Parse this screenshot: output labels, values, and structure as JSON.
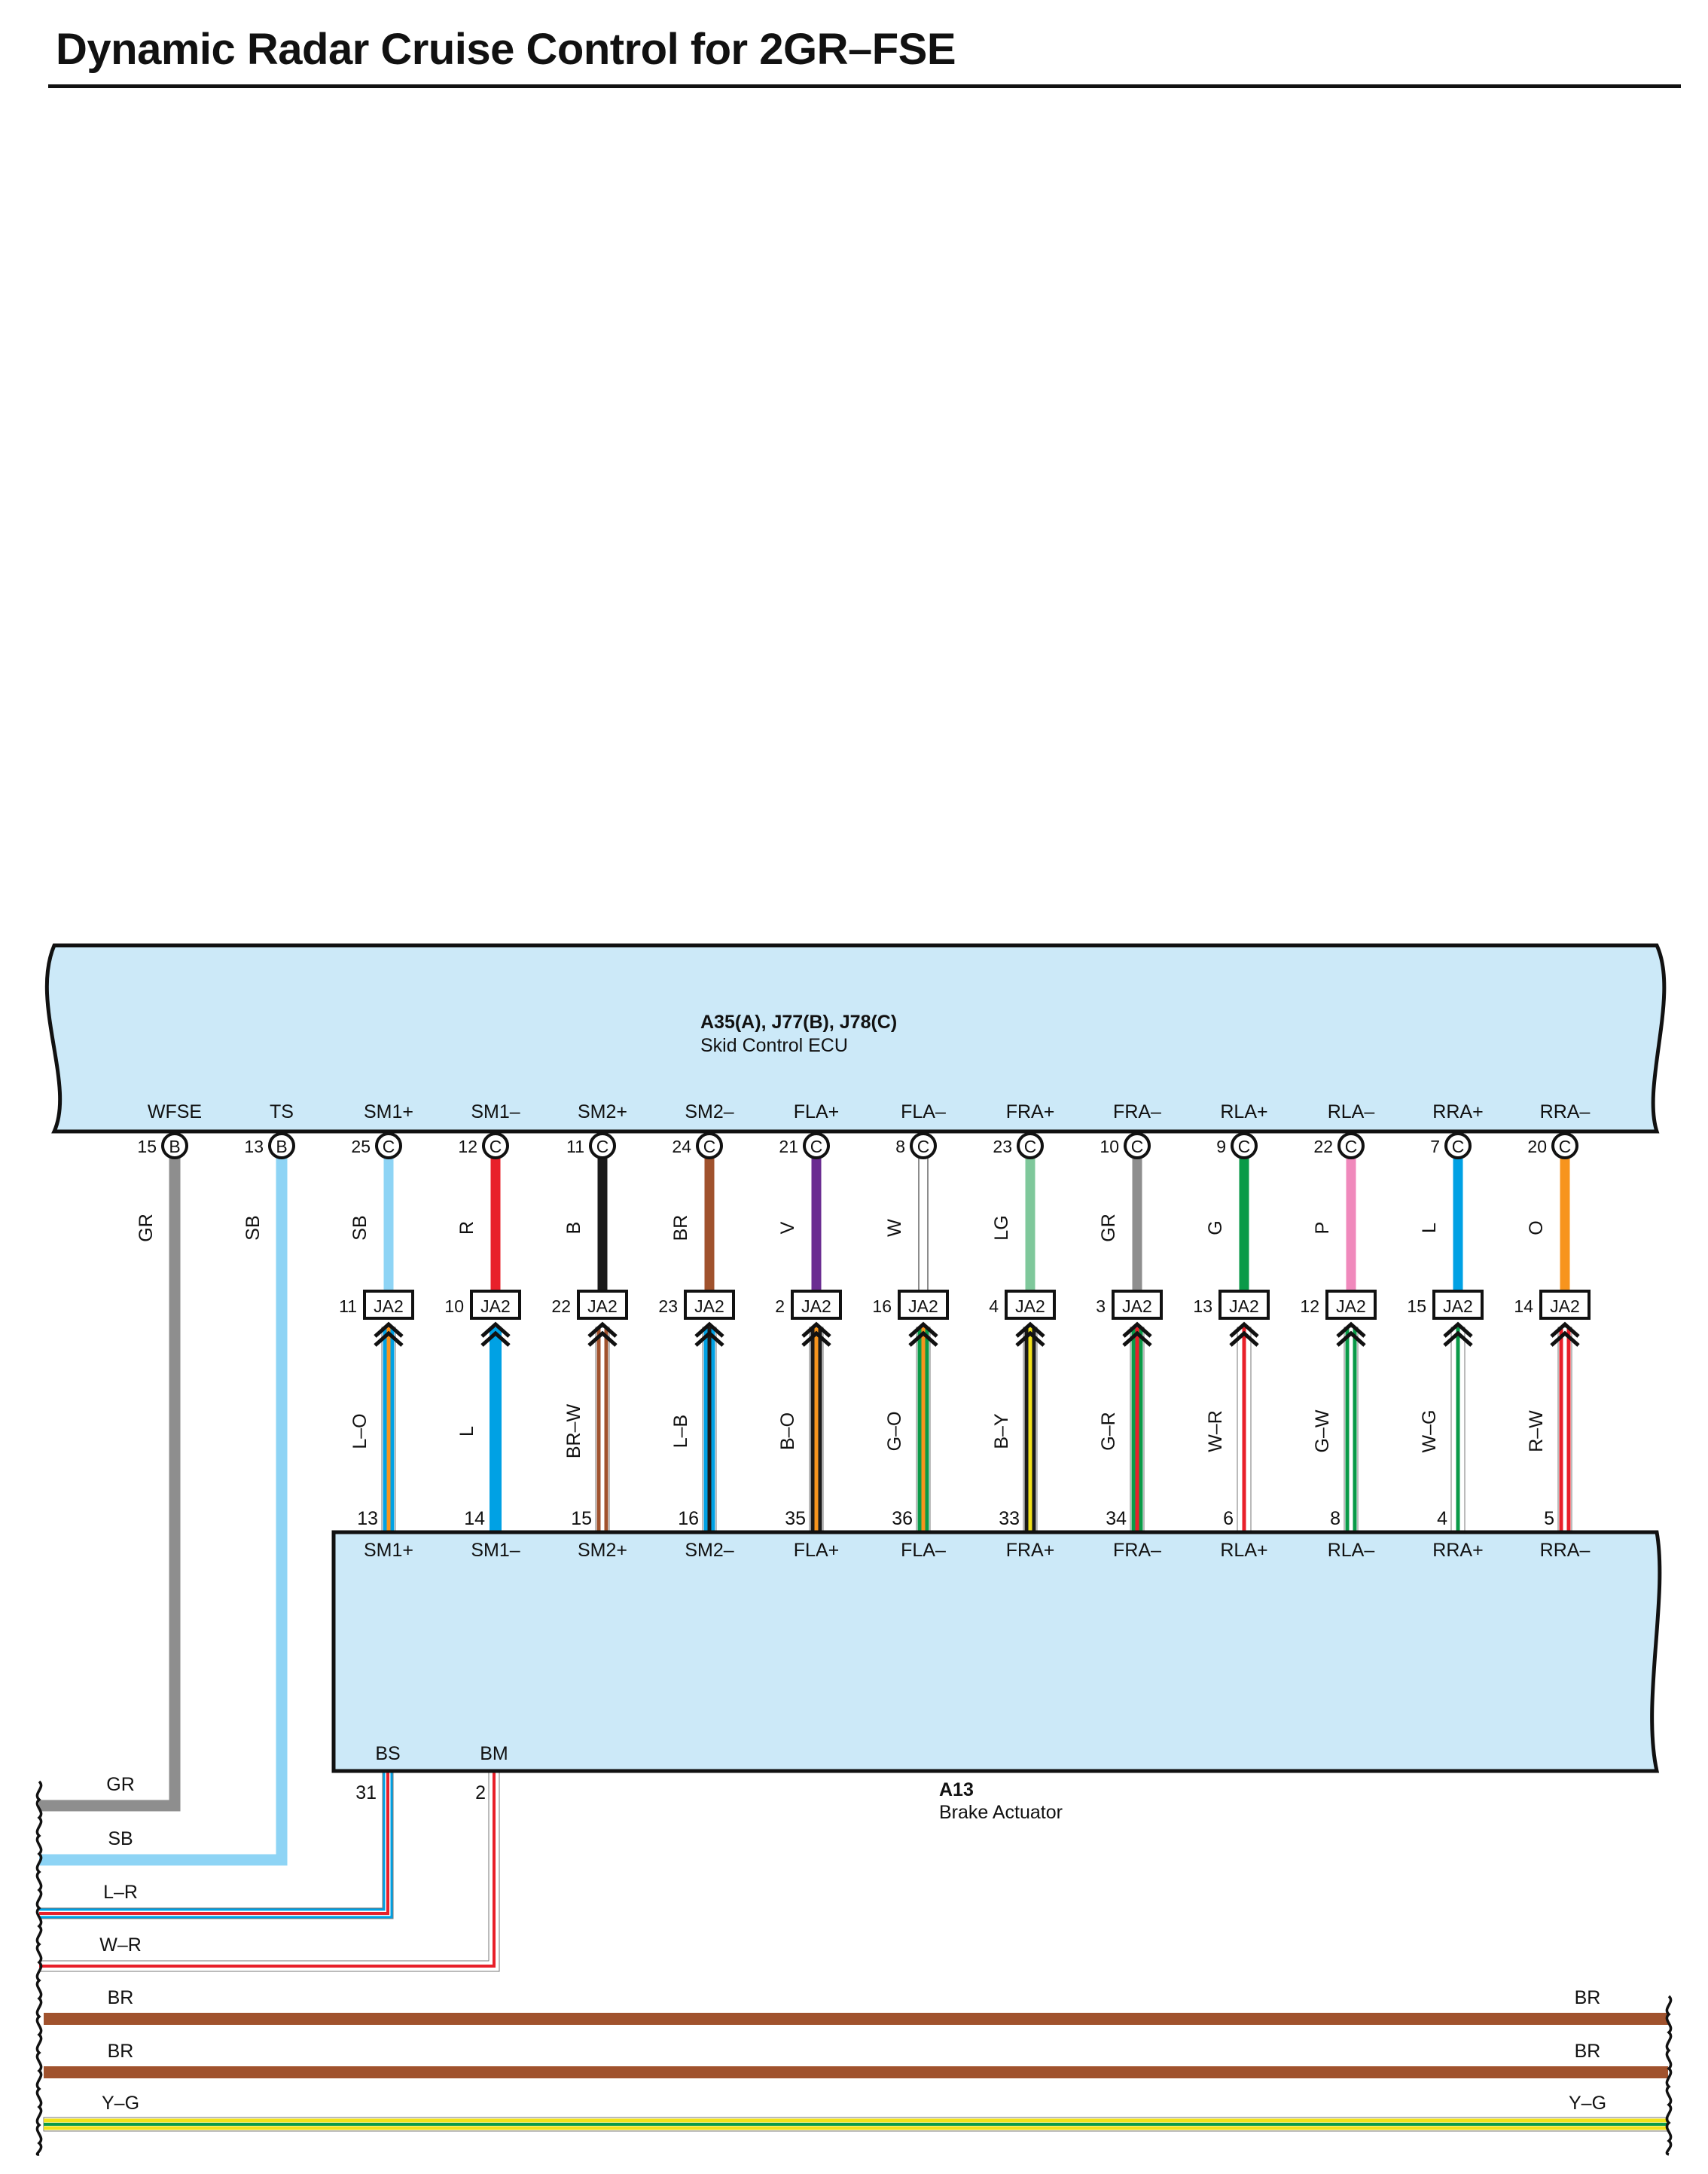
{
  "title": "Dynamic Radar Cruise Control for 2GR–FSE",
  "colors": {
    "ecu_fill": "#cce9f8",
    "outline": "#111111",
    "GR": "#8e8e8e",
    "SB": "#8ed4f5",
    "R": "#e8202a",
    "B": "#1a1a1a",
    "BR": "#a0522d",
    "V": "#6b2c91",
    "W": "#ffffff",
    "LG": "#7fc89b",
    "G": "#0a9a48",
    "P": "#f089bc",
    "L": "#00a1e4",
    "O": "#f7941d",
    "Y": "#f2e21a"
  },
  "skid_ecu": {
    "codes": "A35(A), J77(B), J78(C)",
    "name": "Skid Control ECU"
  },
  "brake_actuator": {
    "code": "A13",
    "name": "Brake Actuator",
    "bs_label": "BS",
    "bs_pin": "31",
    "bm_label": "BM",
    "bm_pin": "2"
  },
  "junction": {
    "name": "JA2"
  },
  "ecu_left_terminals": [
    {
      "label": "WFSE",
      "pin": "15",
      "conn": "B",
      "wire": "GR",
      "color": "GR"
    },
    {
      "label": "TS",
      "pin": "13",
      "conn": "B",
      "wire": "SB",
      "color": "SB"
    }
  ],
  "channels": [
    {
      "label": "SM1+",
      "ecu_pin": "25",
      "conn": "C",
      "ecu_wire": "SB",
      "ecu_color": "SB",
      "ja_pin": "11",
      "act_wire": "L–O",
      "act_base": "L",
      "act_stripe": "O",
      "act_pin": "13",
      "act_label": "SM1+"
    },
    {
      "label": "SM1–",
      "ecu_pin": "12",
      "conn": "C",
      "ecu_wire": "R",
      "ecu_color": "R",
      "ja_pin": "10",
      "act_wire": "L",
      "act_base": "L",
      "act_stripe": "",
      "act_pin": "14",
      "act_label": "SM1–"
    },
    {
      "label": "SM2+",
      "ecu_pin": "11",
      "conn": "C",
      "ecu_wire": "B",
      "ecu_color": "B",
      "ja_pin": "22",
      "act_wire": "BR–W",
      "act_base": "BR",
      "act_stripe": "W",
      "act_pin": "15",
      "act_label": "SM2+"
    },
    {
      "label": "SM2–",
      "ecu_pin": "24",
      "conn": "C",
      "ecu_wire": "BR",
      "ecu_color": "BR",
      "ja_pin": "23",
      "act_wire": "L–B",
      "act_base": "L",
      "act_stripe": "B",
      "act_pin": "16",
      "act_label": "SM2–"
    },
    {
      "label": "FLA+",
      "ecu_pin": "21",
      "conn": "C",
      "ecu_wire": "V",
      "ecu_color": "V",
      "ja_pin": "2",
      "act_wire": "B–O",
      "act_base": "B",
      "act_stripe": "O",
      "act_pin": "35",
      "act_label": "FLA+"
    },
    {
      "label": "FLA–",
      "ecu_pin": "8",
      "conn": "C",
      "ecu_wire": "W",
      "ecu_color": "W",
      "ja_pin": "16",
      "act_wire": "G–O",
      "act_base": "G",
      "act_stripe": "O",
      "act_pin": "36",
      "act_label": "FLA–"
    },
    {
      "label": "FRA+",
      "ecu_pin": "23",
      "conn": "C",
      "ecu_wire": "LG",
      "ecu_color": "LG",
      "ja_pin": "4",
      "act_wire": "B–Y",
      "act_base": "B",
      "act_stripe": "Y",
      "act_pin": "33",
      "act_label": "FRA+"
    },
    {
      "label": "FRA–",
      "ecu_pin": "10",
      "conn": "C",
      "ecu_wire": "GR",
      "ecu_color": "GR",
      "ja_pin": "3",
      "act_wire": "G–R",
      "act_base": "G",
      "act_stripe": "R",
      "act_pin": "34",
      "act_label": "FRA–"
    },
    {
      "label": "RLA+",
      "ecu_pin": "9",
      "conn": "C",
      "ecu_wire": "G",
      "ecu_color": "G",
      "ja_pin": "13",
      "act_wire": "W–R",
      "act_base": "W",
      "act_stripe": "R",
      "act_pin": "6",
      "act_label": "RLA+"
    },
    {
      "label": "RLA–",
      "ecu_pin": "22",
      "conn": "C",
      "ecu_wire": "P",
      "ecu_color": "P",
      "ja_pin": "12",
      "act_wire": "G–W",
      "act_base": "G",
      "act_stripe": "W",
      "act_pin": "8",
      "act_label": "RLA–"
    },
    {
      "label": "RRA+",
      "ecu_pin": "7",
      "conn": "C",
      "ecu_wire": "L",
      "ecu_color": "L",
      "ja_pin": "15",
      "act_wire": "W–G",
      "act_base": "W",
      "act_stripe": "G",
      "act_pin": "4",
      "act_label": "RRA+"
    },
    {
      "label": "RRA–",
      "ecu_pin": "20",
      "conn": "C",
      "ecu_wire": "O",
      "ecu_color": "O",
      "ja_pin": "14",
      "act_wire": "R–W",
      "act_base": "R",
      "act_stripe": "W",
      "act_pin": "5",
      "act_label": "RRA–"
    }
  ],
  "left_bus": [
    {
      "label": "GR",
      "base": "GR",
      "stripe": ""
    },
    {
      "label": "SB",
      "base": "SB",
      "stripe": ""
    },
    {
      "label": "L–R",
      "base": "L",
      "stripe": "R"
    },
    {
      "label": "W–R",
      "base": "W",
      "stripe": "R"
    }
  ],
  "through_wires": [
    {
      "label": "BR",
      "right_label": "BR",
      "base": "BR",
      "stripe": ""
    },
    {
      "label": "BR",
      "right_label": "BR",
      "base": "BR",
      "stripe": ""
    },
    {
      "label": "Y–G",
      "right_label": "Y–G",
      "base": "Y",
      "stripe": "G"
    }
  ]
}
